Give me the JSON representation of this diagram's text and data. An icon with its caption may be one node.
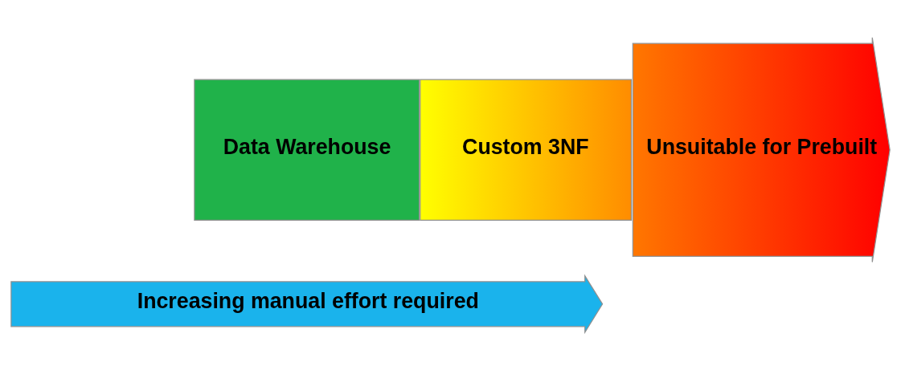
{
  "diagram": {
    "nodes": [
      {
        "text": [
          "Data Warehouse"
        ]
      },
      {
        "text": [
          "Custom 3NF"
        ]
      },
      {
        "text": [
          "Unsuitable for Prebuilt"
        ]
      },
      {
        "text": [
          "Increasing manual effort required"
        ]
      }
    ]
  }
}
